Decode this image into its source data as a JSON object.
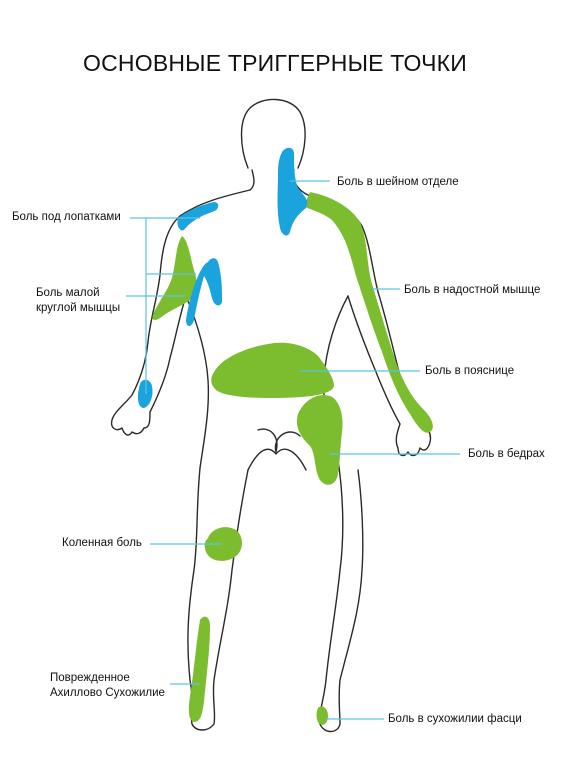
{
  "title": "ОСНОВНЫЕ ТРИГГЕРНЫЕ ТОЧКИ",
  "colors": {
    "green": "#7cbd2f",
    "blue": "#1aa3dc",
    "line": "#5bc3e3",
    "outline": "#2a2a2a"
  },
  "labels": {
    "neck": "Боль в шейном отделе",
    "scapula": "Боль под лопатками",
    "teres_line1": "Боль малой",
    "teres_line2": "круглой мышцы",
    "supraspinatus": "Боль в надостной мышце",
    "lowback": "Боль в пояснице",
    "hips": "Боль в бедрах",
    "knee": "Коленная боль",
    "achilles_line1": "Поврежденное",
    "achilles_line2": "Ахиллово Сухожилие",
    "fascia": "Боль в сухожилии фасци"
  }
}
